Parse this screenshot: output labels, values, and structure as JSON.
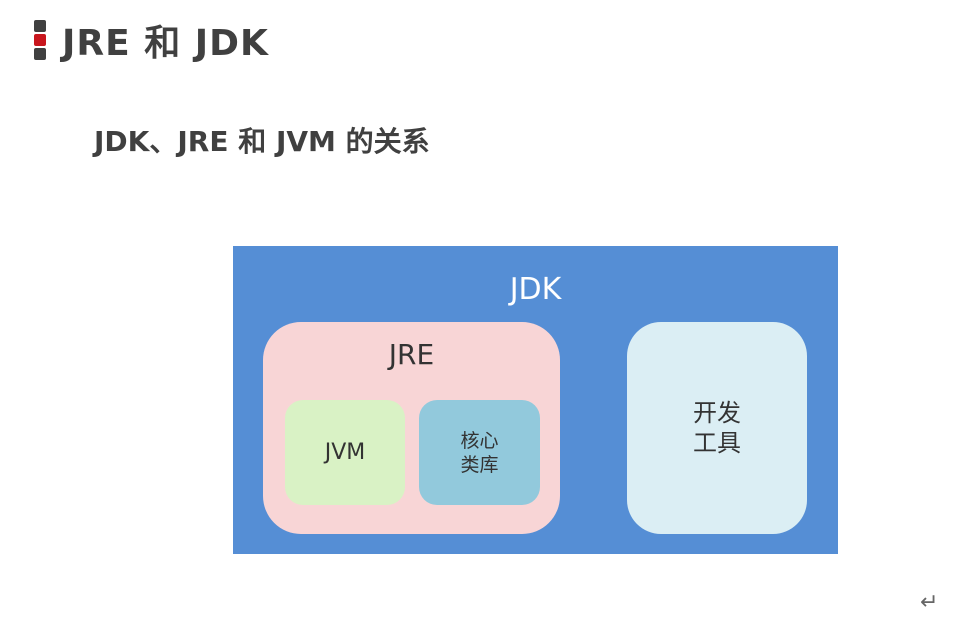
{
  "slide": {
    "title": "JRE 和 JDK",
    "subtitle": "JDK、JRE 和 JVM 的关系"
  },
  "diagram": {
    "jdk": {
      "label": "JDK",
      "color": "#558ed5"
    },
    "jre": {
      "label": "JRE",
      "color": "#f8d5d6"
    },
    "jvm": {
      "label": "JVM",
      "color": "#d9f2c5"
    },
    "core_library": {
      "line1": "核心",
      "line2": "类库",
      "color": "#92c9dc"
    },
    "dev_tools": {
      "line1": "开发",
      "line2": "工具",
      "color": "#dbeef4"
    }
  },
  "icons": {
    "title_marker": "title-bar-icon",
    "paragraph_mark": "return-arrow-icon",
    "paragraph_glyph": "↵"
  },
  "colors": {
    "accent_red": "#c8161d",
    "title_gray": "#404040"
  }
}
